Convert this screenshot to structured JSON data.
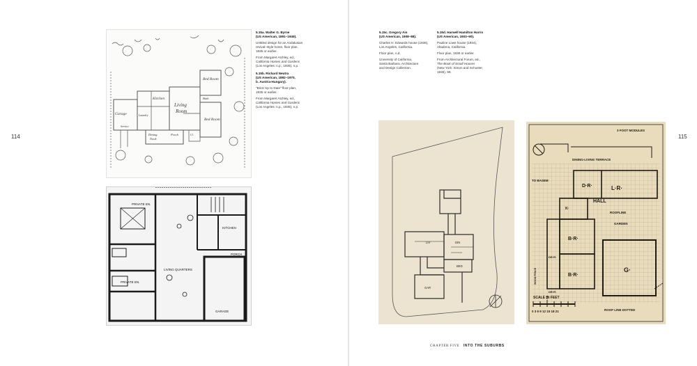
{
  "pages": {
    "left_number": "114",
    "right_number": "115"
  },
  "footer": {
    "chapter": "CHAPTER FIVE",
    "title": "INTO THE SUBURBS"
  },
  "captions": {
    "byrne": {
      "heading": "5.15a. Walter G. Byrne",
      "dates": "(US American, 1891–1949).",
      "desc": [
        "Untitled design for an Andalusian",
        "revival–style home, floor plan,",
        "1935 or earlier."
      ],
      "source": [
        "From Margaret Atchley, ed.,",
        "California Homes and Gardens",
        "(Los Angeles: n.p., 1935), n.p."
      ]
    },
    "neutra": {
      "heading": "5.15b. Richard Neutra",
      "dates": [
        "(US American, 1892–1970,",
        "b. Austria-Hungary)."
      ],
      "desc": [
        "\"Brick Up to Date\" floor plan,",
        "1935 or earlier."
      ],
      "source": [
        "From Margaret Atchley, ed.,",
        "California Homes and Gardens",
        "(Los Angeles: n.p., 1935), n.p."
      ]
    },
    "ain": {
      "heading": "5.15c. Gregory Ain",
      "dates": "(US American, 1908–88).",
      "desc": [
        "Charles H. Edwards house (1936),",
        "Los Angeles, California."
      ],
      "plan": "Floor plan, n.d.",
      "source": [
        "University of California,",
        "Santa Barbara. Architecture",
        "and Design Collection."
      ]
    },
    "harris": {
      "heading": "5.15d. Harwell Hamilton Harris",
      "dates": "(US American, 1903–90).",
      "desc": [
        "Pauline Lowe house (1934),",
        "Altadena, California."
      ],
      "plan": "Floor plan, 1936 or earlier.",
      "source": [
        "From Architectural Forum, ed.,",
        "The Book of Small Houses",
        "(New York: Simon and Schuster,",
        "1936), 99."
      ]
    }
  },
  "plans": {
    "byrne": {
      "garage": "Garage",
      "kitchen": "Kitchen",
      "living": "Living",
      "room": "Room",
      "bed_room_1": "Bed Room",
      "bed_room_2": "Bed Room",
      "dining": "Dining",
      "nook": "Nook",
      "porch": "Porch",
      "laundry": "Laundry",
      "bath": "Bath",
      "service": "Service",
      "closet": "Cl."
    },
    "neutra": {
      "private_en_1": "PRIVATE EN.",
      "private_en_2": "PRIVATE EN.",
      "kitchen": "KITCHEN",
      "porch": "PORCH",
      "living_quarters": "LIVING QUARTERS",
      "garage": "GARAGE"
    },
    "ain": {
      "liv": "LIV",
      "din": "DIN",
      "bed": "BED",
      "gar": "GAR"
    },
    "harris": {
      "modules": "3 FOOT MODULES",
      "dining_terrace": "DINING-LIVING TERRACE",
      "to_basement": "TO BASEM",
      "dr": "D·R·",
      "lr": "L·R·",
      "k": "K·",
      "hall": "HALL",
      "roofline_top": "ROOFLINE",
      "garden": "GARDEN",
      "br1": "B·R·",
      "br2": "B·R·",
      "drr1": "DR·R·",
      "drr2": "DR·R·",
      "garage": "G·",
      "wood_fence": "WOOD FENCE",
      "scale_label": "SCALE IN FEET",
      "scale_numbers": "0 3 6 9 12 15 18 21",
      "roofline_dotted": "ROOF LINE DOTTED"
    }
  },
  "colors": {
    "paper_white": "#ffffff",
    "ain_tint": "#ece4d0",
    "harris_tint": "#e9dcbc",
    "ink": "#2a2a2a",
    "neutra_bg": "#f4f4f4"
  }
}
